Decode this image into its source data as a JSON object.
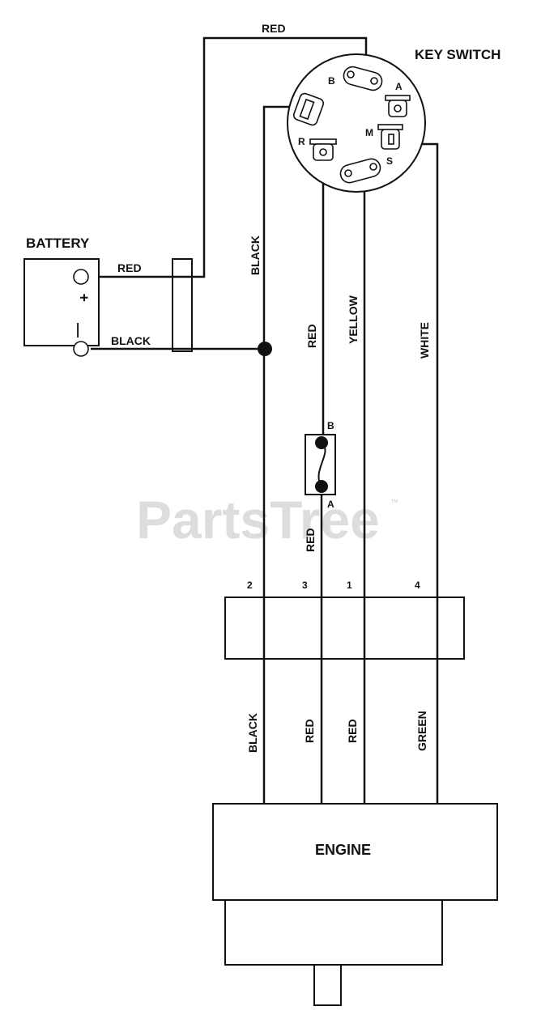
{
  "watermark": {
    "text": "PartsTree",
    "mark": "™"
  },
  "key_switch": {
    "title": "KEY SWITCH",
    "terminals": {
      "b": "B",
      "a": "A",
      "m": "M",
      "r": "R",
      "s": "S"
    }
  },
  "battery": {
    "title": "BATTERY",
    "plus": "+",
    "minus": "—"
  },
  "wires": {
    "top_red": "RED",
    "battery_red": "RED",
    "battery_black": "BLACK",
    "black_vertical": "BLACK",
    "red_vertical": "RED",
    "yellow_vertical": "YELLOW",
    "white_vertical": "WHITE",
    "red_below_fuse": "RED",
    "lower_black": "BLACK",
    "lower_red_1": "RED",
    "lower_red_2": "RED",
    "lower_green": "GREEN"
  },
  "fuse": {
    "b": "B",
    "a": "A"
  },
  "connector": {
    "pin_2": "2",
    "pin_3": "3",
    "pin_1": "1",
    "pin_4": "4"
  },
  "engine": {
    "label": "ENGINE"
  }
}
